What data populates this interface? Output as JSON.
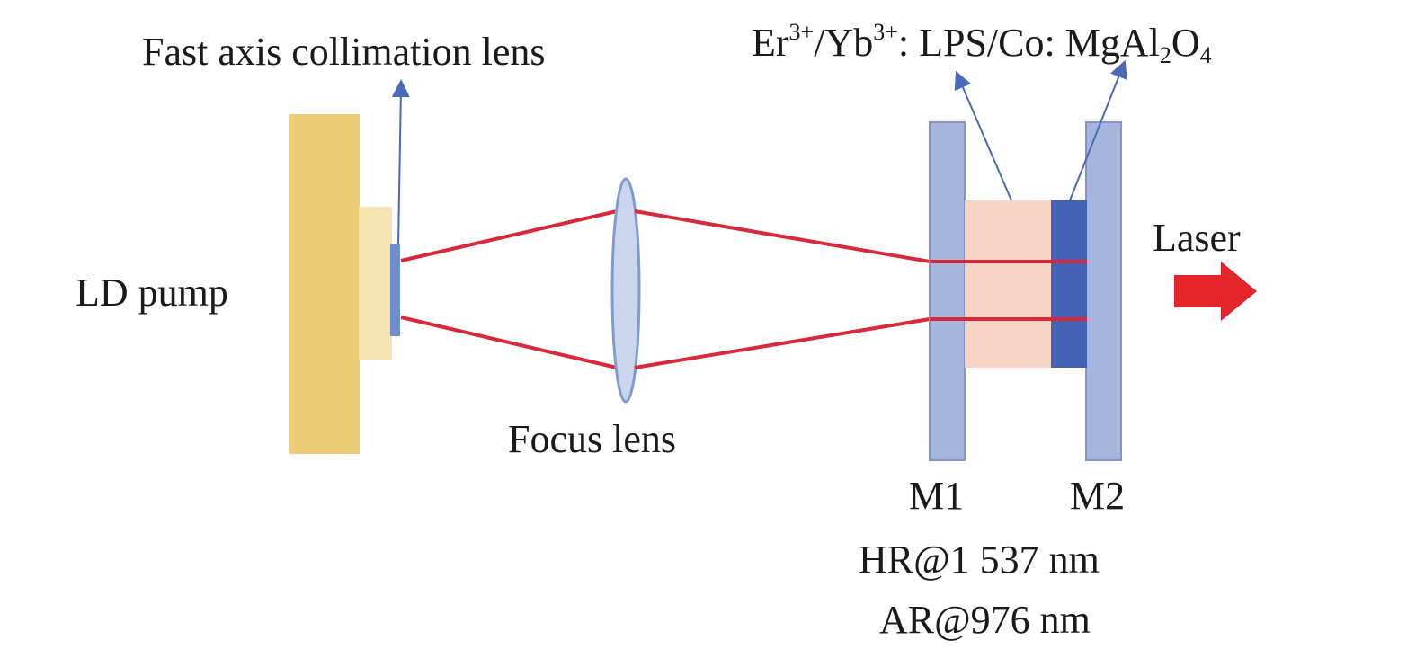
{
  "labels": {
    "fast_axis_lens": "Fast axis collimation lens",
    "crystal_er": "Er",
    "crystal_er_sup": "3+",
    "crystal_slash": "/Yb",
    "crystal_yb_sup": "3+",
    "crystal_mid": ": LPS/Co: MgAl",
    "crystal_al_sub": "2",
    "crystal_o": "O",
    "crystal_o_sub": "4",
    "ld_pump": "LD pump",
    "focus_lens": "Focus lens",
    "laser": "Laser",
    "m1": "M1",
    "m2": "M2",
    "hr_spec": "HR@1 537 nm",
    "ar_spec": "AR@976 nm"
  },
  "colors": {
    "ld_body": "#eccd75",
    "ld_window": "#f7e3b1",
    "fac_lens": "#6f8ed0",
    "beam": "#d8283a",
    "focus_lens_fill": "#c9d6ee",
    "focus_lens_edge": "#7f9bd0",
    "mirror": "#a5b5dc",
    "mirror_edge": "#7f95cc",
    "gain_crystal": "#f6d3c4",
    "saturable_absorber": "#4362b4",
    "pointer": "#4a69b8",
    "output_arrow": "#e32428"
  }
}
